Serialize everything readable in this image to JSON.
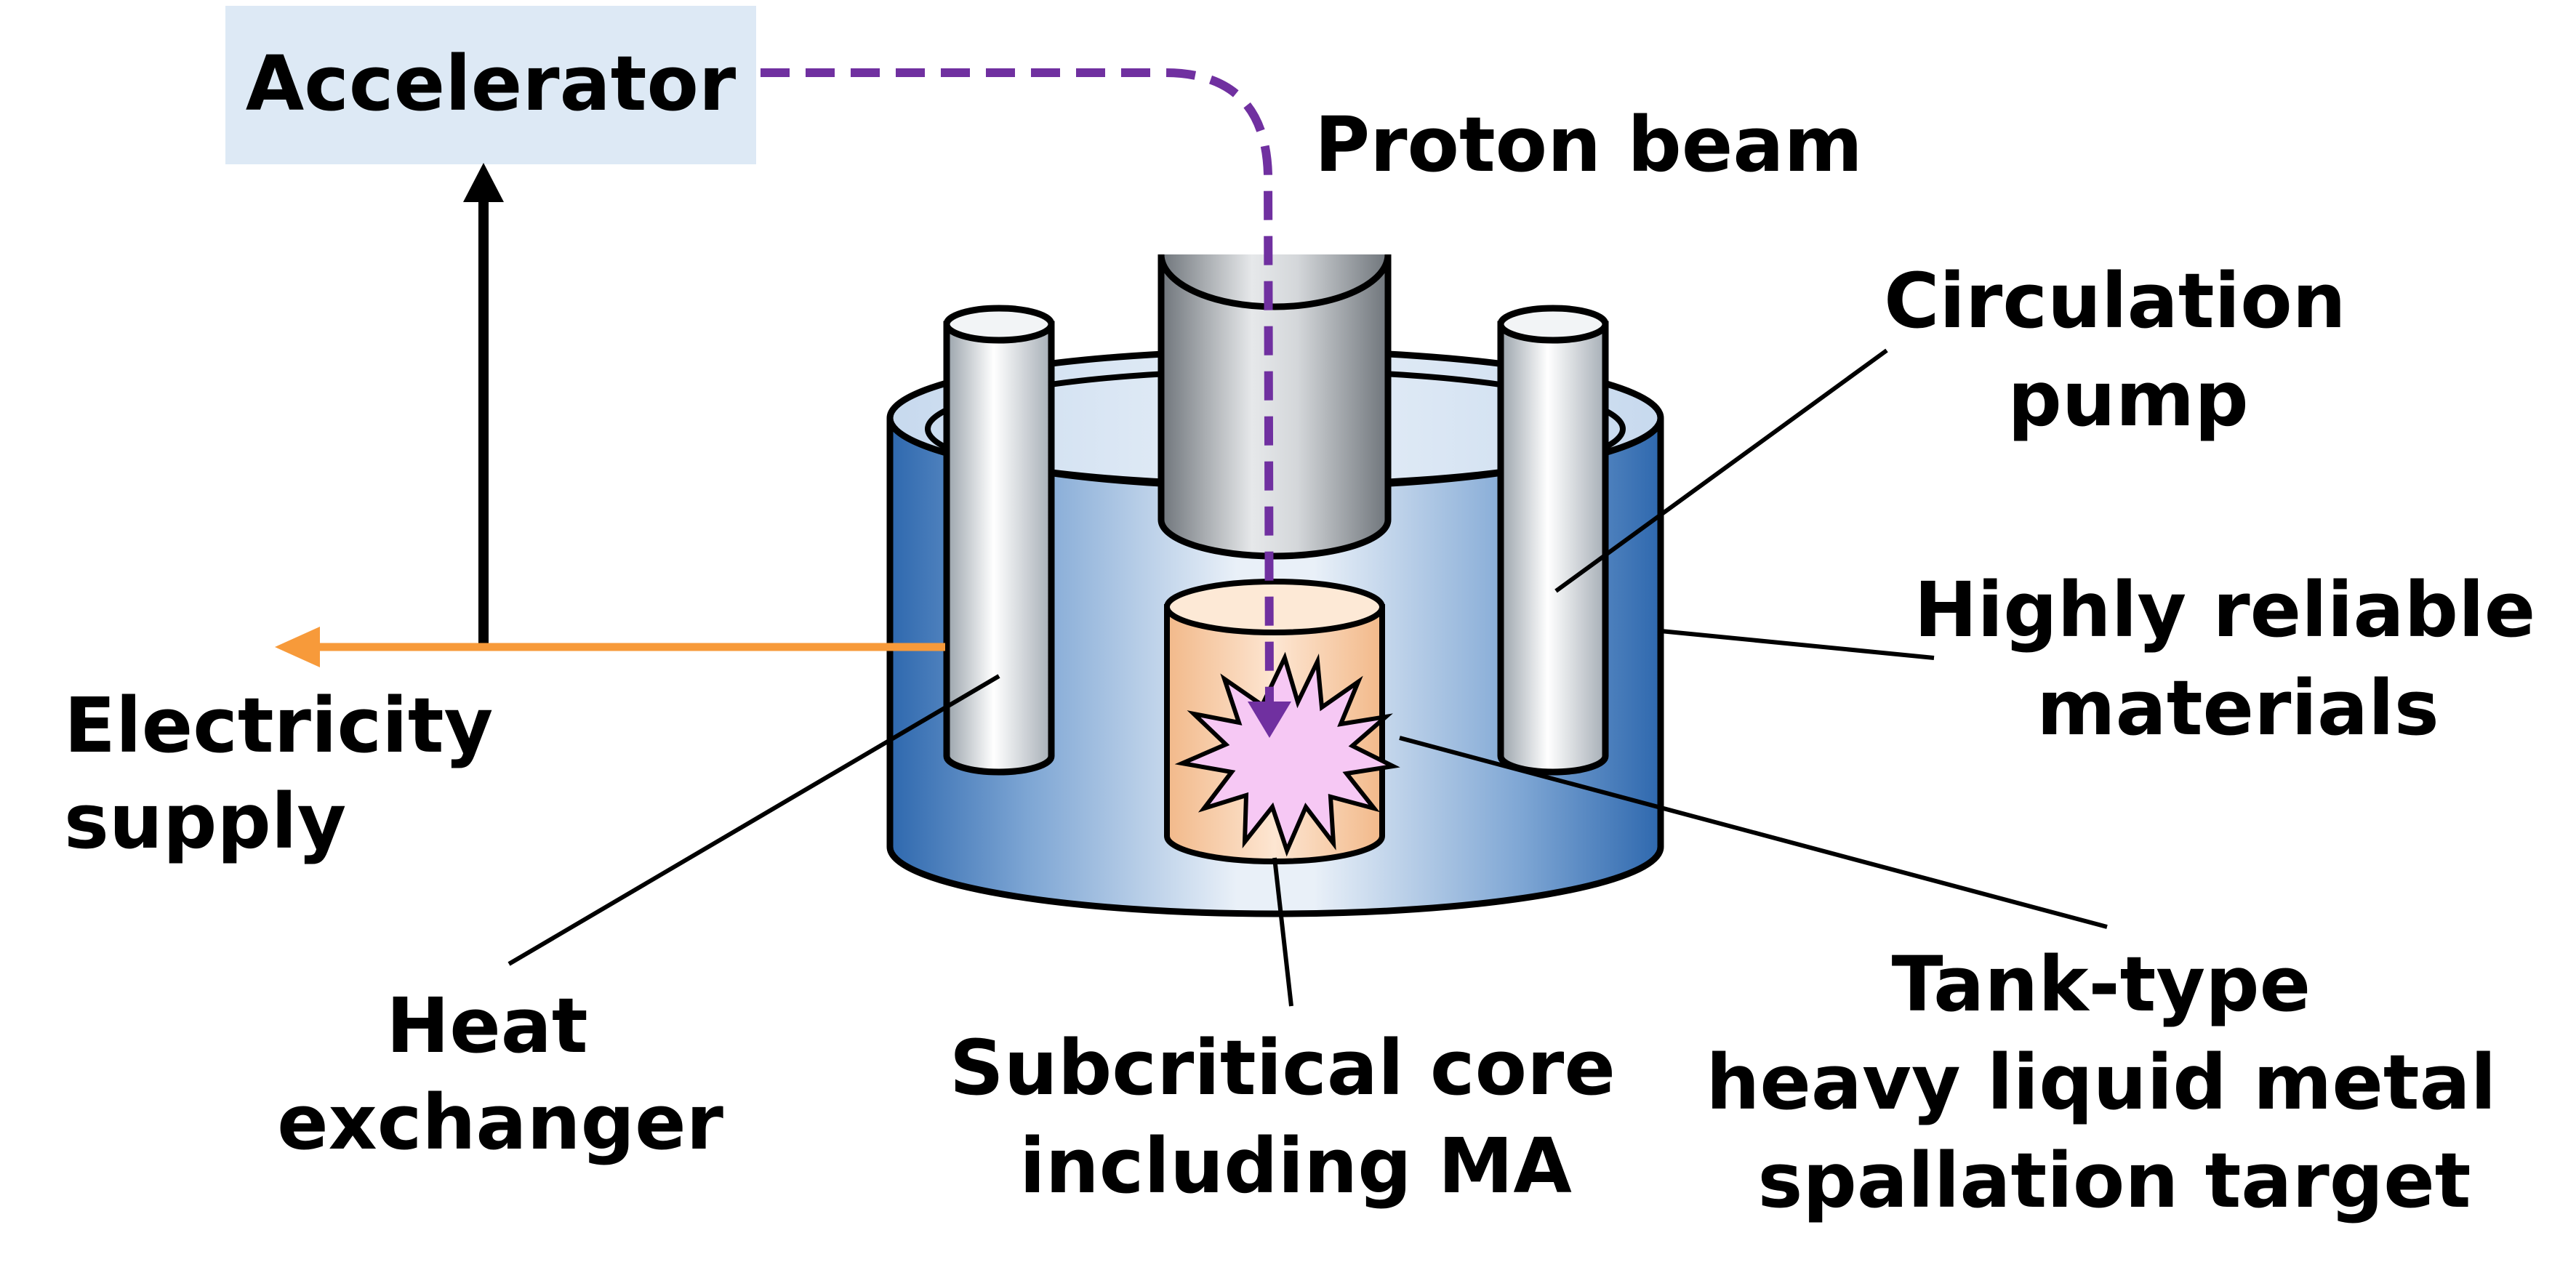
{
  "labels": {
    "accelerator": "Accelerator",
    "proton_beam": "Proton beam",
    "circulation_pump": [
      "Circulation",
      "pump"
    ],
    "highly_reliable_materials": [
      "Highly reliable",
      "materials"
    ],
    "electricity_supply": [
      "Electricity",
      "supply"
    ],
    "heat_exchanger": [
      "Heat",
      "exchanger"
    ],
    "subcritical_core": [
      "Subcritical core",
      "including MA"
    ],
    "spallation_target": [
      "Tank-type",
      "heavy liquid metal",
      "spallation target"
    ]
  },
  "colors": {
    "accelerator_box": "#dde9f5",
    "proton_beam": "#7030a0",
    "electricity_flow": "#f79a3a",
    "tank_blue": "#2e6db0",
    "core_orange": "#f2b98a",
    "spallation_burst": "#f6c8f4"
  },
  "icons": {
    "spallation": "starburst-icon"
  }
}
